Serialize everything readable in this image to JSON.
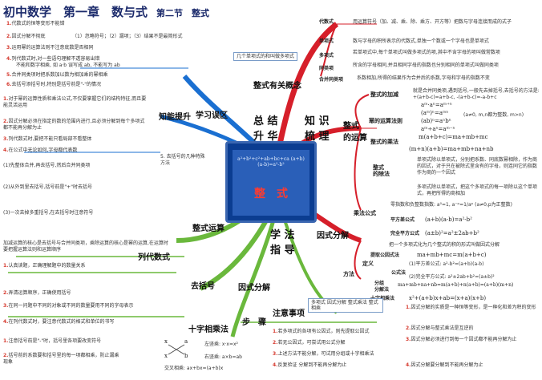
{
  "header": {
    "title": "初中数学　第一章　数与式",
    "section": "第二节　整式"
  },
  "center": {
    "title": "整　式",
    "formula": "a²+b²+c²+ab+bc+ca  (a+b)(a-b)=a²-b²"
  },
  "main_branches": {
    "summary": "总 结\n升 华",
    "knowledge": "知 识\n梳 理",
    "method": "学 法\n指 导",
    "concepts": "整式有关概念",
    "operations": "整式\n的运算",
    "factor": "因式分解",
    "study_misunderstand": "学习误区",
    "knowledge_up": "知能提升",
    "integral_ops": "整式运算",
    "list_formula": "列代数式",
    "remove_bracket": "去括号",
    "factor2": "因式分解",
    "cross": "十字相乘法",
    "note": "注意事项",
    "step": "步　骤"
  },
  "concept_items": [
    {
      "label": "代数式",
      "desc": "用运算符号（加、减、乘、除、乘方、开方等）把数与字母连接而成的式子"
    },
    {
      "label": "单项式",
      "desc": "数与字母的积所表示的代数式,单独一个数或一个字母也是单项式"
    },
    {
      "label": "多项式",
      "desc": "若单项式中,每个单项式叫做多项式的项,其中不含字母的项叫做常数项"
    },
    {
      "label": "同类项",
      "desc": "所含的字母相同,并且相同字母的指数也分别相同的单项式叫做同类项"
    },
    {
      "label": "合并同类项",
      "desc": "系数相加,所得的结果作为合并后的系数,字母和字母的指数不变"
    }
  ],
  "concept_note": "几个单项式的和叫做多项式",
  "operation_items": {
    "add": "整式的加减",
    "add_desc": "就是合并同类项,遇到括号,一般先去掉括号,去括号的方法是: +(a+b-c)=a+b-c, -(a+b-c)=-a-b+c",
    "power": "幂的运算法则",
    "power_f1": "aᵐ·aⁿ=aᵐ⁺ⁿ",
    "power_f2": "(aᵐ)ⁿ=aᵐⁿ",
    "power_f3": "(ab)ⁿ=aⁿbⁿ",
    "power_f4": "aᵐ÷aⁿ=aᵐ⁻ⁿ",
    "power_cond": "(a≠0, m,n都为整数, m>n)",
    "mult": "整式的乘法",
    "mult_f1": "m(a+b+c)=ma+mb+mc",
    "mult_f2": "(m+n)(a+b)=ma+mb+na+nb",
    "div": "整式\n的除法",
    "div_desc1": "单项式除以单项式，分别把系数、同底数幂相除，作为商的因式，对于只在被除式里含有的字母，则连同它的指数作为商的一个因式",
    "div_desc2": "多项式除以单项式，把这个多项式的每一项除以这个单项式，再把所得的商相加",
    "zero": "零指数和负整数指数: a⁰=1, a⁻ᵖ=1/aᵖ (a≠0,p为正整数)",
    "mult_formula": "乘法公式",
    "square_diff": "平方差公式",
    "square_diff_f": "(a+b)(a-b)=a²-b²",
    "perfect": "完全平方公式",
    "perfect_f": "(a±b)²=a²±2ab+b²",
    "def": "定义",
    "def_desc": "把一个多项式化为几个整式的积的形式叫做因式分解",
    "common": "提取公因式法",
    "common_f": "ma+mb+mc=m(a+b+c)",
    "method": "方法",
    "formula": "公式法",
    "formula1": "(1)平方差公式: a²-b²=(a+b)(a-b)",
    "formula2": "(2)完全平方公式: a²±2ab+b²=(a±b)²",
    "group": "分组\n分解法",
    "group_f": "ma+mb+na+nb=m(a+b)+n(a+b)=(a+b)(m+n)",
    "cross_label": "十字相乘法",
    "cross_f": "x²+(a+b)x+ab=(x+a)(x+b)"
  },
  "left_items": [
    {
      "n": "1.",
      "text": "代数式的恒等变形不能错"
    },
    {
      "n": "2.",
      "text": "因式分解不彻底"
    },
    {
      "n": "3.",
      "text": "运用幂的运算法则不注意底数是否相同"
    },
    {
      "n": "4.",
      "text": "列代数式时,对一些语句理解不透容易出错"
    },
    {
      "n": "5.",
      "text": "合并同类项时把系数加以数为相加乘的幂相乘"
    },
    {
      "n": "6.",
      "text": "去括号添括号时,特别是括号前是\"-\"的情况"
    }
  ],
  "left_note": "（1）忽略符号；（2）漏项；（3）结果不是最简形式",
  "left_note2": "不能和数字相乘, 如 a·b 误写成 ab, 不能写为 ab",
  "knowledge_items": [
    {
      "n": "1.",
      "text": "对于幂的运算性质和乘法公式,不仅要掌握它们的结构特征,而且要能灵活运用"
    },
    {
      "n": "2.",
      "text": "因式分解必须在指定的数的范围内进行,且必须分解到每个多项式都不能再分解为止"
    },
    {
      "n": "3.",
      "text": "列代数式时,要把不能只看局部不看整体"
    },
    {
      "n": "4.",
      "text": "在公式中无论如何,字母都代表数"
    }
  ],
  "bracket_note": "5. 去括号的几种特殊方法",
  "integral_items": [
    {
      "n": "(1)",
      "text": "先整体合并,再去括号,然后合并同类项"
    },
    {
      "n": "(2)",
      "text": "从外到里去括号,括号前是\"+\"时去括号"
    },
    {
      "n": "(3)",
      "text": "一次去掉多重括号,在去括号时注意符号"
    }
  ],
  "integral_note": "加减运算的核心是去括号与合并同类项，乘除运算的核心是幂的运算,在运算时要把握运算法则和运算顺序",
  "list_items": [
    {
      "n": "1.",
      "text": "认真读题，正确理解题中的数量关系"
    },
    {
      "n": "2.",
      "text": "弄清运算顺序，正确使用括号"
    },
    {
      "n": "3.",
      "text": "在同一问题中不同的对象或不同的数量要用不同的字母表示"
    },
    {
      "n": "4.",
      "text": "在列代数式时，要注意代数式的格式和单位的书写"
    }
  ],
  "bracket_items": [
    {
      "n": "1.",
      "text": "注意括号前是\"-\"时，括号里各项要改变符号"
    },
    {
      "n": "2.",
      "text": "括号前的系数要和括号里的每一项都相乘，防止漏乘现象"
    }
  ],
  "cross_items": {
    "a": "a",
    "x": "x",
    "b": "b",
    "cross_text": "交叉相乘: ax+bx=(a+b)x",
    "left_side": "左竖乘: x·x=x²",
    "right_side": "右竖乘: a×b=ab"
  },
  "steps": [
    {
      "n": "1.",
      "text": "若多项式的各项有公因式，则先提取公因式"
    },
    {
      "n": "2.",
      "text": "若无公因式，可尝试用公式分解"
    },
    {
      "n": "3.",
      "text": "上述方法不能分解，可试用分组或十字相乘法"
    },
    {
      "n": "4.",
      "text": "反复验证 分解到不能再分解为止"
    }
  ],
  "note_items": [
    {
      "n": "1.",
      "text": "因式分解的实质是一种恒等变形，是一种化和差为积的变形"
    },
    {
      "n": "2.",
      "text": "因式分解与整式乘法是互逆的"
    },
    {
      "n": "3.",
      "text": "因式分解必须进行到每一个因式都不能再分解为止"
    },
    {
      "n": "4.",
      "text": "因式分解要分解到不能再分解为止"
    }
  ],
  "note_top": "多项式 因式分解 整式乘法 整式相乘"
}
